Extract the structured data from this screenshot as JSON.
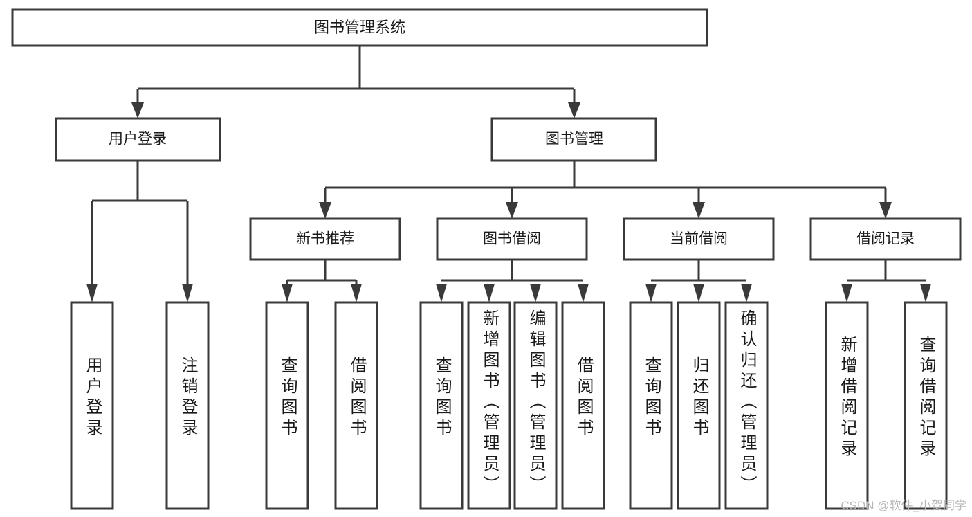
{
  "diagram": {
    "title": "图书管理系统",
    "type": "tree-hierarchy-diagram",
    "colors": {
      "stroke": "#3a3a3a",
      "fill": "#ffffff",
      "text": "#1a1a1a",
      "watermark": "#b8b8b8"
    },
    "root": {
      "label": "图书管理系统"
    },
    "level2": [
      {
        "label": "用户登录"
      },
      {
        "label": "图书管理"
      }
    ],
    "level3": [
      {
        "label": "新书推荐"
      },
      {
        "label": "图书借阅"
      },
      {
        "label": "当前借阅"
      },
      {
        "label": "借阅记录"
      }
    ],
    "leaves": {
      "user_login": [
        {
          "label": "用户登录"
        },
        {
          "label": "注销登录"
        }
      ],
      "new_book_recommend": [
        {
          "label": "查询图书"
        },
        {
          "label": "借阅图书"
        }
      ],
      "book_borrow": [
        {
          "label": "查询图书"
        },
        {
          "label": "新增图书（管理员）"
        },
        {
          "label": "编辑图书（管理员）"
        },
        {
          "label": "借阅图书"
        }
      ],
      "current_borrow": [
        {
          "label": "查询图书"
        },
        {
          "label": "归还图书"
        },
        {
          "label": "确认归还（管理员）"
        }
      ],
      "borrow_record": [
        {
          "label": "新增借阅记录"
        },
        {
          "label": "查询借阅记录"
        }
      ]
    }
  },
  "watermark": {
    "text": "CSDN @软件_小贺同学"
  }
}
